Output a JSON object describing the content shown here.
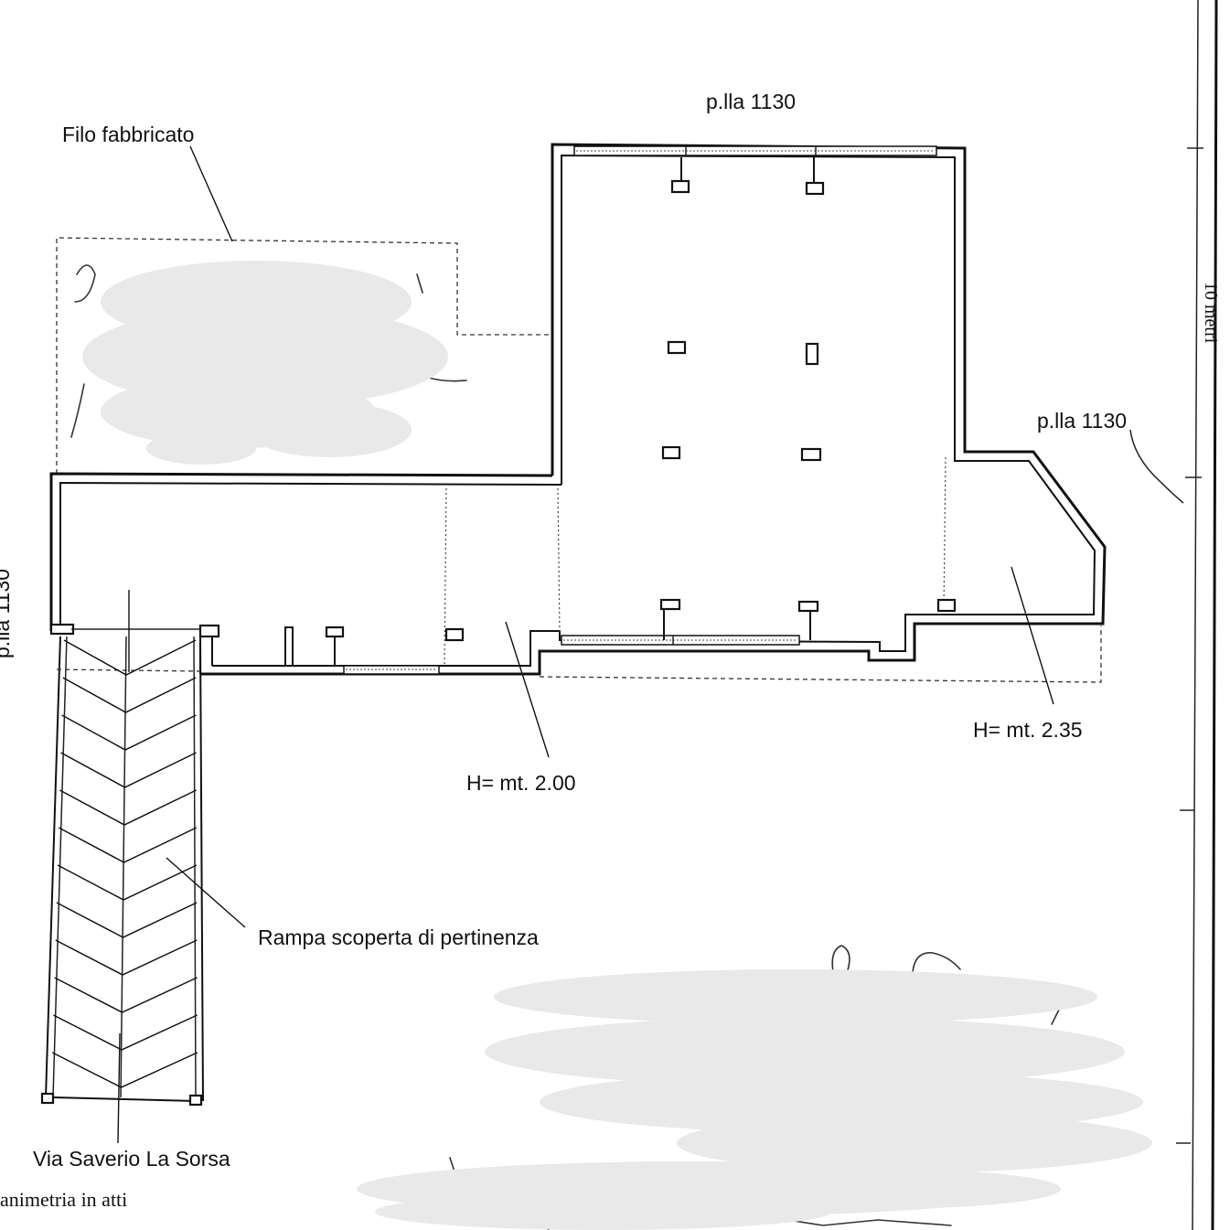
{
  "labels": {
    "parcel_top": "p.lla 1130",
    "parcel_right": "p.lla 1130",
    "parcel_left": "p.lla 1130",
    "building_line": "Filo fabbricato",
    "height_left": "H= mt. 2.00",
    "height_right": "H= mt. 2.35",
    "ramp": "Rampa scoperta di pertinenza",
    "street": "Via Saverio La Sorsa",
    "footer": "animetria in atti",
    "scale": "10 metri"
  },
  "colors": {
    "ink": "#111111",
    "paper": "#ffffff",
    "redaction": "#e9e9e9"
  }
}
